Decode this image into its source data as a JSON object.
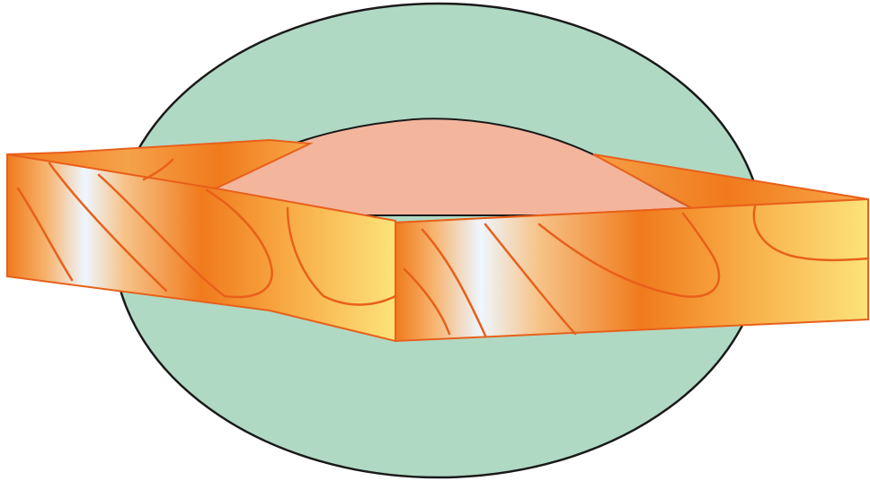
{
  "scene": {
    "colors": {
      "background": "#ffffff",
      "ellipse_fill": "#b0d9c4",
      "ellipse_stroke": "#1a1a1a",
      "mound_fill": "#f4b59d",
      "mound_stroke": "#1a1a1a",
      "wood_light": "#f7fbff",
      "wood_mid": "#f5c070",
      "wood_orange": "#f07a1c",
      "wood_yellow": "#fde37a",
      "grain_stroke": "#e8601a",
      "board_top": "#f5a24a"
    },
    "icons": {
      "ellipse": "oval-shape",
      "mound": "mound-shape",
      "board": "wooden-board",
      "grain": "wood-grain-lines"
    }
  }
}
